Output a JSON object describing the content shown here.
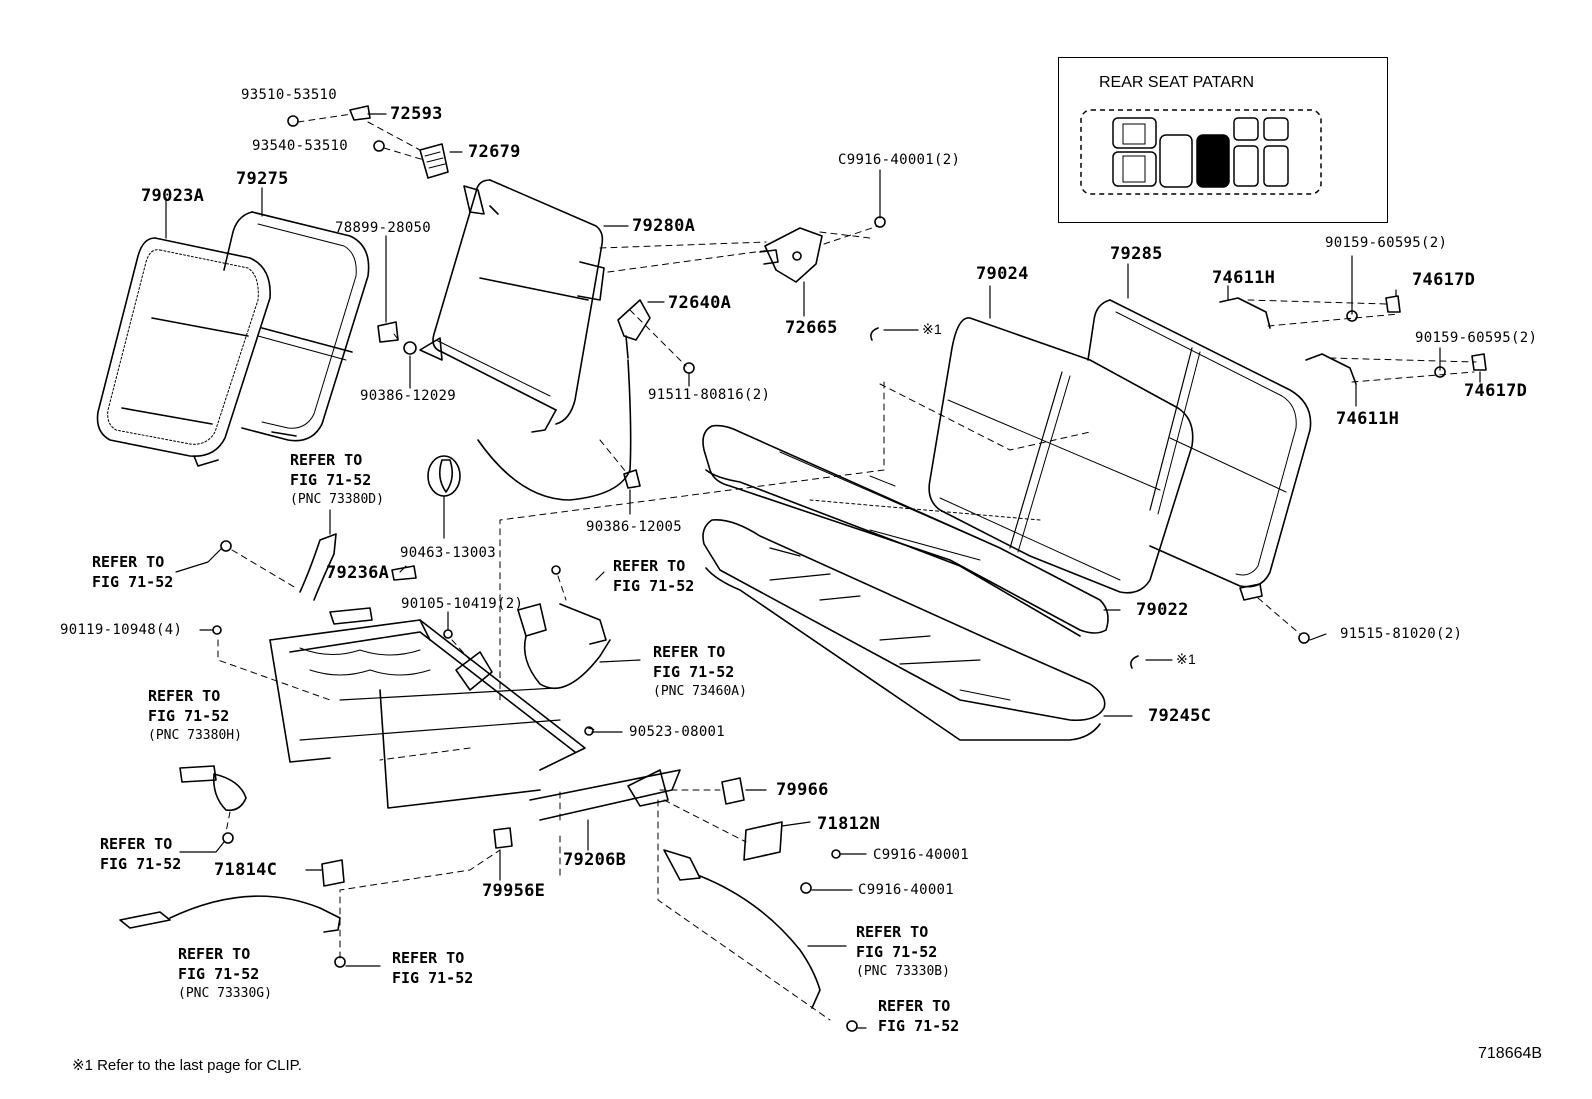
{
  "legend": {
    "title": "REAR SEAT PATARN"
  },
  "footnote": "※1  Refer to the last page for CLIP.",
  "drawing_number": "718664B",
  "part_labels": {
    "p93510": "93510-53510",
    "p72593": "72593",
    "p93540": "93540-53510",
    "p72679": "72679",
    "p79023A": "79023A",
    "p79275": "79275",
    "p78899": "78899-28050",
    "p79280A": "79280A",
    "pC9916_2": "C9916-40001(2)",
    "p72640A": "72640A",
    "p72665": "72665",
    "p90386a": "90386-12029",
    "p91511": "91511-80816(2)",
    "clip1": "※1",
    "clip2": "※1",
    "p79024": "79024",
    "p79285": "79285",
    "p74611Ha": "74611H",
    "p90159a": "90159-60595(2)",
    "p74617Da": "74617D",
    "p90159b": "90159-60595(2)",
    "p74617Db": "74617D",
    "p74611Hb": "74611H",
    "p90386b": "90386-12005",
    "p90463": "90463-13003",
    "p79236A": "79236A",
    "p90105": "90105-10419(2)",
    "p90119": "90119-10948(4)",
    "p79022": "79022",
    "p91515": "91515-81020(2)",
    "p90523": "90523-08001",
    "p79245C": "79245C",
    "p79966": "79966",
    "p71812N": "71812N",
    "pC9916a": "C9916-40001",
    "pC9916b": "C9916-40001",
    "p71814C": "71814C",
    "p79206B": "79206B",
    "p79956E": "79956E"
  },
  "refer_notes": {
    "r1": {
      "l1": "REFER TO",
      "l2": "FIG 71-52",
      "pnc": "(PNC 73380D)"
    },
    "r2": {
      "l1": "REFER TO",
      "l2": "FIG 71-52"
    },
    "r3": {
      "l1": "REFER TO",
      "l2": "FIG 71-52"
    },
    "r4": {
      "l1": "REFER TO",
      "l2": "FIG 71-52",
      "pnc": "(PNC 73460A)"
    },
    "r5": {
      "l1": "REFER TO",
      "l2": "FIG 71-52",
      "pnc": "(PNC 73380H)"
    },
    "r6": {
      "l1": "REFER TO",
      "l2": "FIG 71-52"
    },
    "r7": {
      "l1": "REFER TO",
      "l2": "FIG 71-52",
      "pnc": "(PNC 73330G)"
    },
    "r8": {
      "l1": "REFER TO",
      "l2": "FIG 71-52"
    },
    "r9": {
      "l1": "REFER TO",
      "l2": "FIG 71-52",
      "pnc": "(PNC 73330B)"
    },
    "r10": {
      "l1": "REFER TO",
      "l2": "FIG 71-52"
    }
  }
}
